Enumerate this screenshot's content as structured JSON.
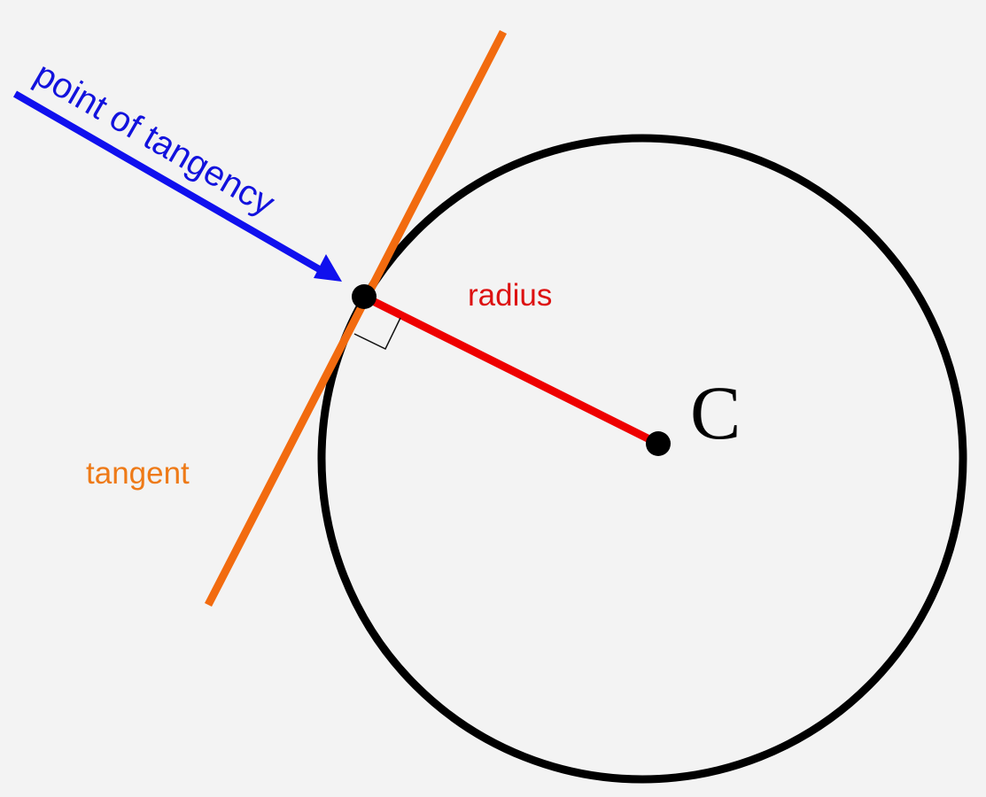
{
  "labels": {
    "point_of_tangency": "point of tangency",
    "radius": "radius",
    "tangent": "tangent",
    "center": "C"
  },
  "colors": {
    "background": "#f3f3f3",
    "circle": "#000000",
    "tangent": "#f26b0f",
    "radius": "#ee0000",
    "arrow": "#1010ee",
    "tangent_label": "#ee7a17",
    "radius_label": "#dd1111",
    "arrow_label": "#1212dd",
    "center_label": "#000000",
    "point": "#000000",
    "right_angle_marker": "#111111"
  }
}
